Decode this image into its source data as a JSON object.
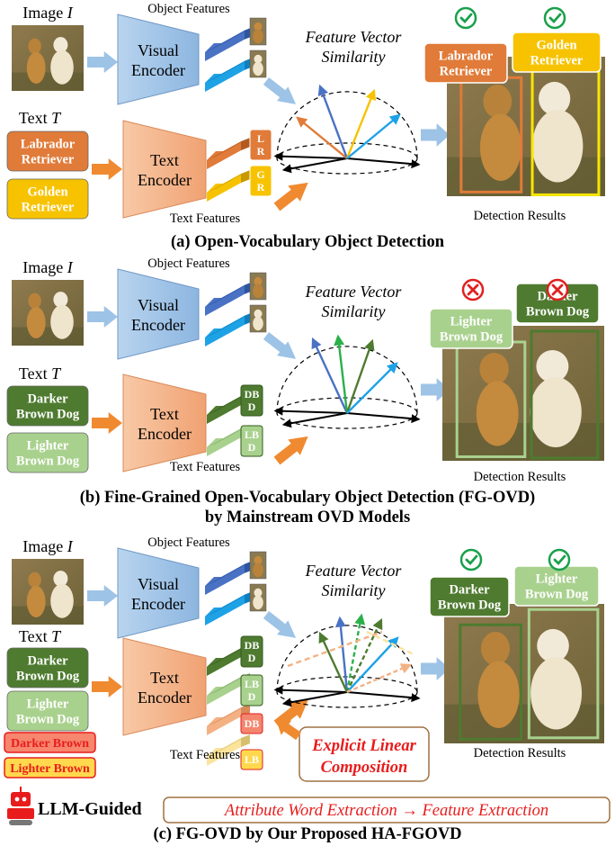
{
  "labels": {
    "image": "Image",
    "image_var": "I",
    "text": "Text",
    "text_var": "T",
    "object_features": "Object Features",
    "text_features": "Text Features",
    "visual_encoder": [
      "Visual",
      "Encoder"
    ],
    "text_encoder": [
      "Text",
      "Encoder"
    ],
    "similarity": [
      "Feature Vector",
      "Similarity"
    ],
    "detection_results": "Detection Results"
  },
  "panel_a": {
    "caption": "(a) Open-Vocabulary Object Detection",
    "queries": [
      {
        "lines": [
          "Labrador",
          "Retriever"
        ],
        "fill": "#e07b39"
      },
      {
        "lines": [
          "Golden",
          "Retriever"
        ],
        "fill": "#f7c300"
      }
    ],
    "tags": [
      "L\nR",
      "G\nR"
    ],
    "result_labels": [
      [
        "Labrador",
        "Retriever"
      ],
      [
        "Golden",
        "Retriever"
      ]
    ],
    "status": [
      "check",
      "check"
    ]
  },
  "panel_b": {
    "caption_lines": [
      "(b) Fine-Grained Open-Vocabulary Object Detection (FG-OVD)",
      "by Mainstream OVD Models"
    ],
    "queries": [
      {
        "lines": [
          "Darker",
          "Brown Dog"
        ],
        "fill": "#4e7b2f"
      },
      {
        "lines": [
          "Lighter",
          "Brown Dog"
        ],
        "fill": "#a9d18e"
      }
    ],
    "tags": [
      "DB\nD",
      "LB\nD"
    ],
    "result_labels": [
      [
        "Lighter",
        "Brown Dog"
      ],
      [
        "Darker",
        "Brown Dog"
      ]
    ],
    "status": [
      "cross",
      "cross"
    ]
  },
  "panel_c": {
    "caption": "(c) FG-OVD by Our Proposed HA-FGOVD",
    "queries": [
      {
        "lines": [
          "Darker",
          "Brown Dog"
        ],
        "fill": "#4e7b2f"
      },
      {
        "lines": [
          "Lighter",
          "Brown Dog"
        ],
        "fill": "#a9d18e"
      }
    ],
    "attributes": [
      "Darker Brown",
      "Lighter Brown"
    ],
    "tags": [
      "DB\nD",
      "LB\nD",
      "DB",
      "LB"
    ],
    "composition": [
      "Explicit Linear",
      "Composition"
    ],
    "llm_label": "LLM-Guided",
    "pipeline": "Attribute Word Extraction → Feature Extraction",
    "result_labels": [
      [
        "Darker",
        "Brown Dog"
      ],
      [
        "Lighter",
        "Brown Dog"
      ]
    ],
    "status": [
      "check",
      "check"
    ]
  },
  "colors": {
    "encoder_visual": "#9dc3e6",
    "encoder_text": "#f4b183",
    "arrow_blue": "#9dc3e6",
    "arrow_orange": "#f08a30",
    "check": "#19a04b",
    "cross": "#e02020",
    "accent_red": "#e81c1c"
  }
}
